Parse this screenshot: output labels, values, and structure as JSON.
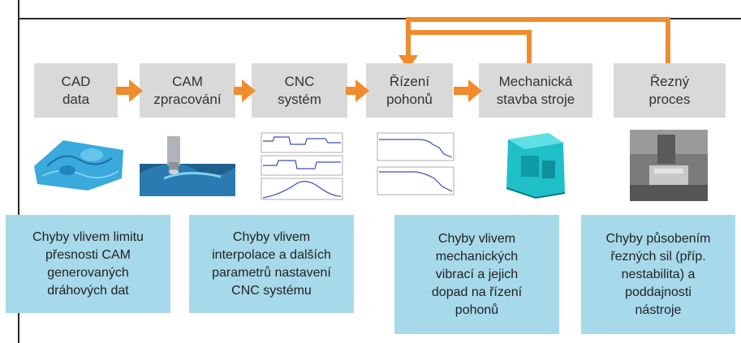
{
  "process_steps": [
    {
      "label": "CAD\ndata"
    },
    {
      "label": "CAM\nzpracování"
    },
    {
      "label": "CNC\nsystém"
    },
    {
      "label": "Řízení\npohonů"
    },
    {
      "label": "Mechanická\nstavba stroje"
    },
    {
      "label": "Řezný\nproces"
    }
  ],
  "error_boxes": [
    {
      "text": "Chyby vlivem limitu\npřesnosti CAM\ngenerovaných\ndráhových dat"
    },
    {
      "text": "Chyby vlivem\ninterpolace a dalších\nparametrů nastavení\nCNC systému"
    },
    {
      "text": "Chyby vlivem\nmechanických\nvibrací a jejich\ndopad na řízení\npohonů"
    },
    {
      "text": "Chyby působením\nřezných sil (příp.\nnestabilita) a\npoddajnosti\nnástroje"
    }
  ],
  "colors": {
    "arrow": "#f08c2c",
    "step_box": "#d9d9d9",
    "error_box": "#a6d9ea",
    "model_cyan": "#35b6e0"
  }
}
